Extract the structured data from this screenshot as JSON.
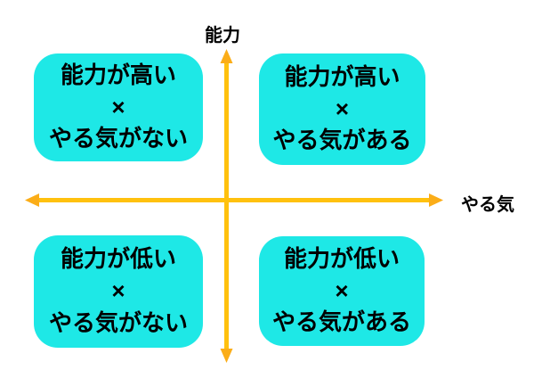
{
  "diagram": {
    "type": "quadrant-matrix",
    "axes": {
      "vertical_label": "能力",
      "horizontal_label": "やる気"
    },
    "quadrants": {
      "top_left": {
        "lines": [
          "能力が高い",
          "×",
          "やる気がない"
        ]
      },
      "top_right": {
        "lines": [
          "能力が高い",
          "×",
          "やる気がある"
        ]
      },
      "bottom_left": {
        "lines": [
          "能力が低い",
          "×",
          "やる気がない"
        ]
      },
      "bottom_right": {
        "lines": [
          "能力が低い",
          "×",
          "やる気がある"
        ]
      }
    },
    "colors": {
      "axis_line": "#FFC10E",
      "axis_arrow": "#FBAD18",
      "box_fill": "#1EE8E6",
      "text": "#000000",
      "background": "#FFFFFF"
    }
  }
}
